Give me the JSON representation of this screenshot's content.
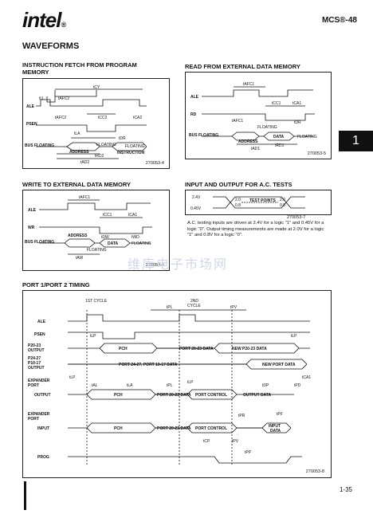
{
  "header": {
    "logo_text": "intel",
    "logo_reg": "®",
    "part": "MCS®-48"
  },
  "heading": "WAVEFORMS",
  "section_tab": "1",
  "page_number": "1-35",
  "watermark": "维库电子市场网",
  "diagrams": {
    "instr_fetch": {
      "title_line1": "INSTRUCTION FETCH FROM PROGRAM",
      "title_line2": "MEMORY",
      "fig": "270053-4",
      "labels": {
        "tcy": "tCY",
        "tll": "tLL",
        "tafc2": "tAFC2",
        "tcc2": "tCC2",
        "tca2": "tCA2",
        "tla": "tLA",
        "tdr": "tDR",
        "tad2": "tAD2",
        "tafc2b": "tAFC2",
        "ale": "ALE",
        "psen": "PSEN",
        "bus": "BUS FLOATING",
        "address": "ADDRESS",
        "floating1": "FLOATING",
        "instruction": "INSTRUCTION",
        "floating2": "FLOATING",
        "trd2": "tRD2"
      }
    },
    "read_ext": {
      "title": "READ FROM EXTERNAL DATA MEMORY",
      "fig": "270053-5",
      "labels": {
        "tafc1": "tAFC1",
        "ale": "ALE",
        "rd": "RD",
        "tcc1": "tCC1",
        "tca1": "tCA1",
        "tafc1b": "tAFC1",
        "tdr": "tDR",
        "floating": "FLOATING",
        "bus": "BUS FLOATING",
        "address": "ADDRESS",
        "data": "DATA",
        "floating2": "FLOATING",
        "trd1": "tRD1",
        "tad1": "tAD1"
      }
    },
    "write_ext": {
      "title": "WRITE TO EXTERNAL DATA MEMORY",
      "fig": "270053-6",
      "labels": {
        "tafc1": "tAFC1",
        "ale": "ALE",
        "wr": "WR",
        "tcc1": "tCC1",
        "tca1": "tCA1",
        "address": "ADDRESS",
        "tdw": "tDW",
        "twd": "tWD",
        "bus": "BUS FLOATING",
        "data": "DATA",
        "floating": "FLOATING",
        "floating2": "FLOATING",
        "taw": "tAW"
      }
    },
    "io_ac": {
      "title": "INPUT AND OUTPUT FOR A.C. TESTS",
      "fig": "270053-7",
      "v24": "2.4V",
      "v045": "0.45V",
      "v20a": "2.0",
      "v08a": "0.8",
      "test_points": "TEST POINTS",
      "v20b": "2.0",
      "v08b": "0.8",
      "note": "A.C. testing inputs are driven at 2.4V for a logic \"1\" and 0.45V for a logic \"0\". Output timing measurements are made at 2.0V for a logic \"1\" and 0.8V for a logic \"0\"."
    },
    "port": {
      "title": "PORT 1/PORT 2 TIMING",
      "fig": "270053-8",
      "labels": {
        "cycle1": "1ST CYCLE",
        "cycle2a": "2ND",
        "cycle2b": "CYCLE",
        "tpl": "tPL",
        "tpv": "tPV",
        "ale": "ALE",
        "psen": "PSEN",
        "tlp": "tLP",
        "tlp2": "tLP",
        "p2023a": "P20-23",
        "p2023b": "OUTPUT",
        "pch": "PCH",
        "port2023": "PORT 20-23 DATA",
        "newp2023": "NEW P20-23 DATA",
        "p2427a": "P24-27",
        "p1017a": "P10-17",
        "outp": "OUTPUT",
        "port2427": "PORT 24-27, PORT 10-17 DATA",
        "newport": "NEW PORT DATA",
        "tlp3": "tLP",
        "tca1": "tCA1",
        "exp1a": "EXPANDER",
        "exp1b": "PORT",
        "output": "OUTPUT",
        "tal": "tAL",
        "tla": "tLA",
        "tpl2": "tPL",
        "tlp4": "tLP",
        "tdp": "tDP",
        "tpd": "tPD",
        "pch2": "PCH",
        "port2023b": "PORT 20-23 DATA",
        "portctrl": "PORT CONTROL",
        "outdata": "OUTPUT DATA",
        "exp2a": "EXPANDER",
        "exp2b": "PORT",
        "input": "INPUT",
        "tpr": "tPR",
        "tpf": "tPF",
        "pch3": "PCH",
        "port2023c": "PORT 20-23 DATA",
        "portctrl2": "PORT CONTROL",
        "inputdata1": "INPUT",
        "inputdata2": "DATA",
        "tcp": "tCP",
        "tpv2": "tPV",
        "prog": "PROG",
        "tpp": "tPP"
      }
    }
  }
}
